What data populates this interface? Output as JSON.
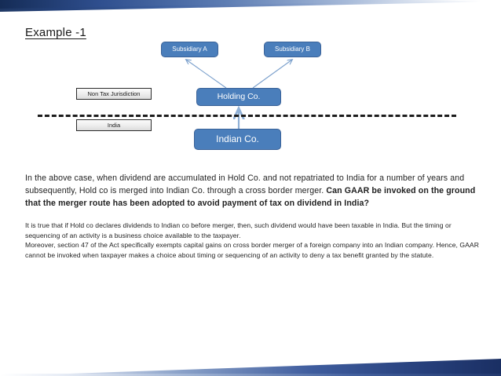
{
  "slide": {
    "title": "Example -1",
    "background_color": "#ffffff",
    "accent_color": "#1f3864",
    "node_color": "#4a7ebb",
    "tag_color": "#eeeeee"
  },
  "diagram": {
    "nodes": [
      {
        "id": "subsidiary-a",
        "label": "Subsidiary A"
      },
      {
        "id": "subsidiary-b",
        "label": "Subsidiary B"
      },
      {
        "id": "holding-co",
        "label": "Holding Co."
      },
      {
        "id": "indian-co",
        "label": "Indian Co."
      }
    ],
    "jurisdiction_tags": [
      {
        "id": "non-tax-jurisdiction",
        "label": "Non Tax Jurisdiction"
      },
      {
        "id": "india",
        "label": "India"
      }
    ],
    "connectors": [
      {
        "from": "holding-co",
        "to": "subsidiary-a",
        "style": "arrow"
      },
      {
        "from": "holding-co",
        "to": "subsidiary-b",
        "style": "arrow"
      },
      {
        "from": "indian-co",
        "to": "holding-co",
        "style": "arrow"
      }
    ],
    "border_divider": {
      "style": "dashed",
      "label": "jurisdiction-border"
    }
  },
  "body": {
    "paragraph1": {
      "part1": "In the above case, when dividend are accumulated in Hold Co. and  not repatriated to India for a number of years and subsequently, Hold co is merged into Indian Co. through a cross border merger. ",
      "part2_bold": "Can GAAR be invoked on the ground that the merger route has been adopted to avoid payment of tax on dividend in India?"
    },
    "paragraph2": {
      "line1": "It is true that if Hold co declares dividends to Indian co before merger, then, such dividend would have been taxable in India. But the timing or sequencing of an activity is a business choice available to the taxpayer.",
      "line2": "Moreover, section 47 of the Act specifically exempts capital gains on cross border merger of a foreign company into an Indian company. Hence, GAAR cannot be invoked when taxpayer makes a choice about timing or sequencing of an activity to deny a tax benefit granted by the statute."
    }
  }
}
